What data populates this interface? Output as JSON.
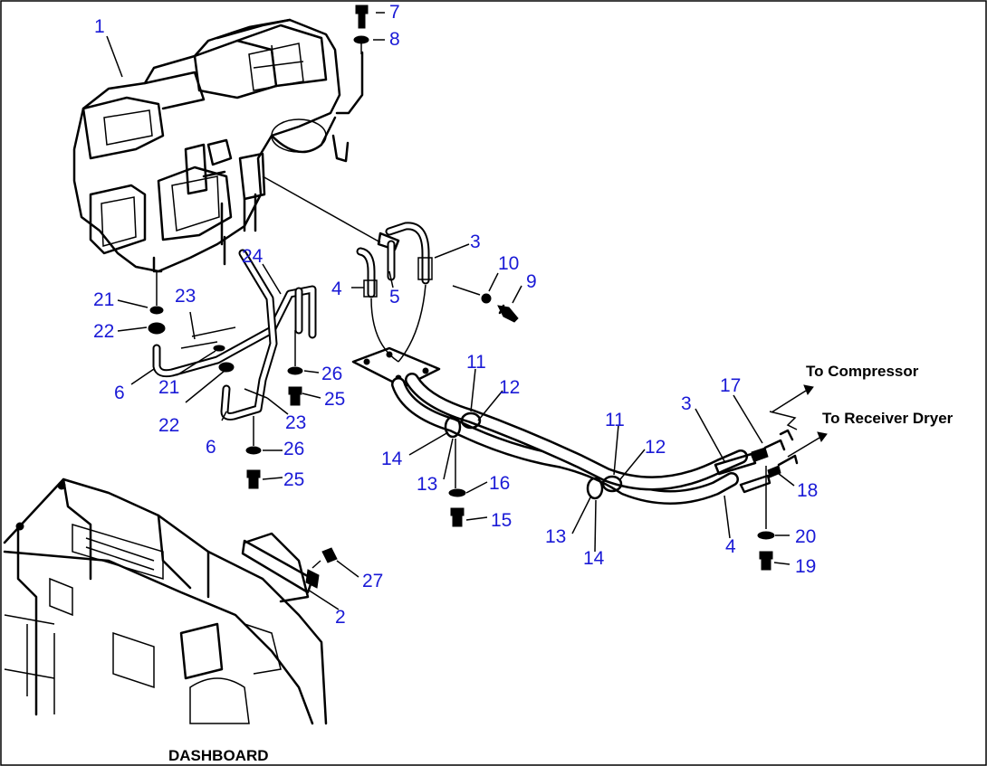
{
  "callouts": [
    {
      "id": "c1",
      "text": "1"
    },
    {
      "id": "c2",
      "text": "2"
    },
    {
      "id": "c3a",
      "text": "3"
    },
    {
      "id": "c3b",
      "text": "3"
    },
    {
      "id": "c4a",
      "text": "4"
    },
    {
      "id": "c4b",
      "text": "4"
    },
    {
      "id": "c5",
      "text": "5"
    },
    {
      "id": "c6a",
      "text": "6"
    },
    {
      "id": "c6b",
      "text": "6"
    },
    {
      "id": "c7",
      "text": "7"
    },
    {
      "id": "c8",
      "text": "8"
    },
    {
      "id": "c9",
      "text": "9"
    },
    {
      "id": "c10",
      "text": "10"
    },
    {
      "id": "c11a",
      "text": "11"
    },
    {
      "id": "c11b",
      "text": "11"
    },
    {
      "id": "c12a",
      "text": "12"
    },
    {
      "id": "c12b",
      "text": "12"
    },
    {
      "id": "c13a",
      "text": "13"
    },
    {
      "id": "c13b",
      "text": "13"
    },
    {
      "id": "c14a",
      "text": "14"
    },
    {
      "id": "c14b",
      "text": "14"
    },
    {
      "id": "c15",
      "text": "15"
    },
    {
      "id": "c16",
      "text": "16"
    },
    {
      "id": "c17",
      "text": "17"
    },
    {
      "id": "c18",
      "text": "18"
    },
    {
      "id": "c19",
      "text": "19"
    },
    {
      "id": "c20",
      "text": "20"
    },
    {
      "id": "c21a",
      "text": "21"
    },
    {
      "id": "c21b",
      "text": "21"
    },
    {
      "id": "c22a",
      "text": "22"
    },
    {
      "id": "c22b",
      "text": "22"
    },
    {
      "id": "c23a",
      "text": "23"
    },
    {
      "id": "c23b",
      "text": "23"
    },
    {
      "id": "c24",
      "text": "24"
    },
    {
      "id": "c25a",
      "text": "25"
    },
    {
      "id": "c25b",
      "text": "25"
    },
    {
      "id": "c26a",
      "text": "26"
    },
    {
      "id": "c26b",
      "text": "26"
    },
    {
      "id": "c27",
      "text": "27"
    }
  ],
  "annotations": {
    "to_compressor": "To Compressor",
    "to_receiver_dryer": "To Receiver Dryer",
    "dashboard": "DASHBOARD"
  },
  "colors": {
    "callout": "#1a1ad6",
    "line": "#000000",
    "background": "#ffffff"
  }
}
